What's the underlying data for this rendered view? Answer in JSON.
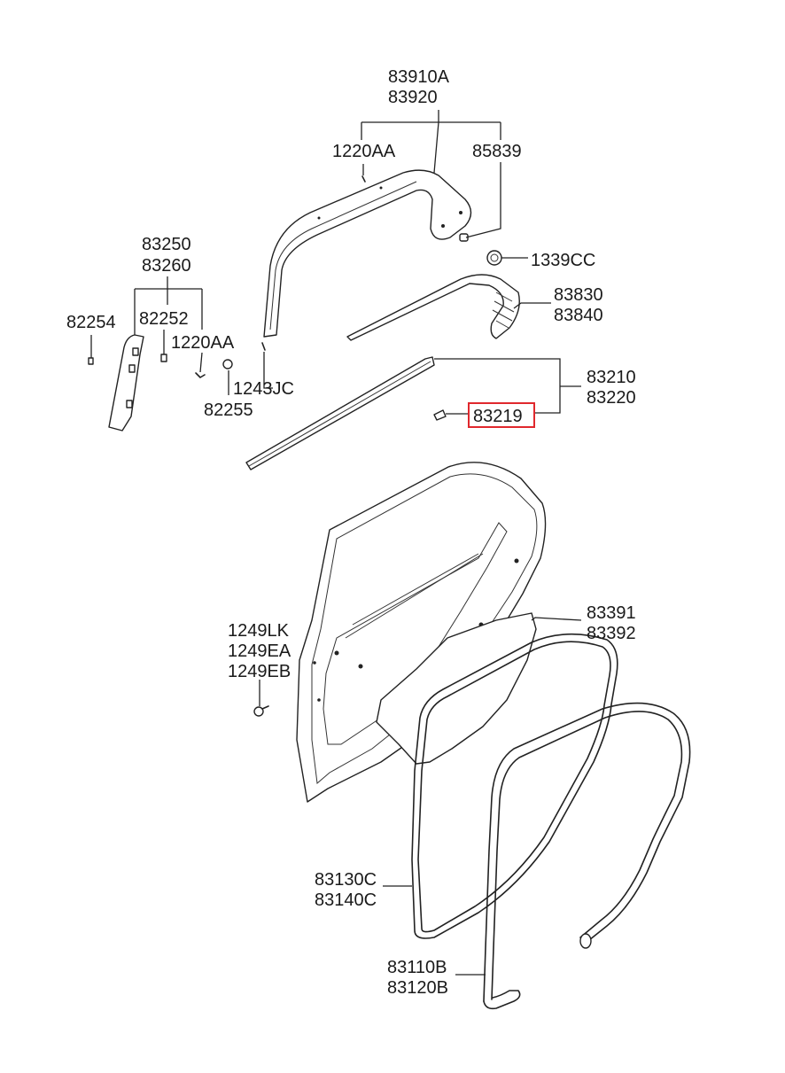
{
  "diagram": {
    "labels": {
      "l_83910A": "83910A",
      "l_83920": "83920",
      "l_1220AA_top": "1220AA",
      "l_85839": "85839",
      "l_1339CC": "1339CC",
      "l_83250": "83250",
      "l_83260": "83260",
      "l_82254": "82254",
      "l_82252": "82252",
      "l_1220AA_mid": "1220AA",
      "l_83830": "83830",
      "l_83840": "83840",
      "l_1243JC": "1243JC",
      "l_82255": "82255",
      "l_83210": "83210",
      "l_83220": "83220",
      "l_83219": "83219",
      "l_1249LK": "1249LK",
      "l_1249EA": "1249EA",
      "l_1249EB": "1249EB",
      "l_83391": "83391",
      "l_83392": "83392",
      "l_83130C": "83130C",
      "l_83140C": "83140C",
      "l_83110B": "83110B",
      "l_83120B": "83120B"
    },
    "highlighted_part": "83219",
    "colors": {
      "highlight": "#e0282d",
      "line": "#222222",
      "background": "#ffffff"
    }
  }
}
